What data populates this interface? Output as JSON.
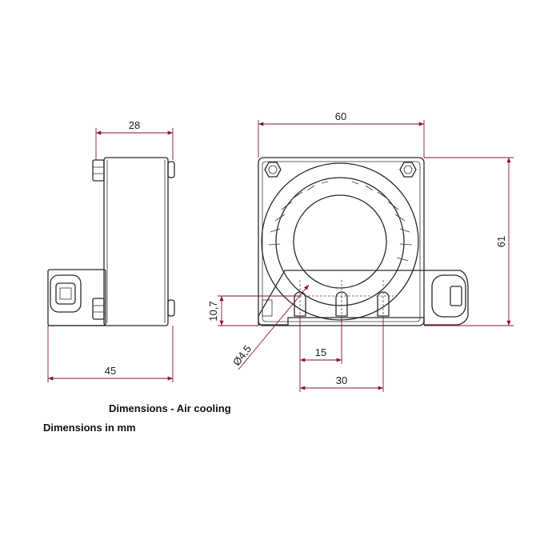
{
  "dimensions": {
    "side_width": "28",
    "side_depth": "45",
    "front_width": "60",
    "front_height": "61",
    "hole_height": "10,7",
    "hole_diameter": "Ø4,5",
    "hole_pitch": "15",
    "hole_span": "30"
  },
  "captions": {
    "title": "Dimensions - Air cooling",
    "units": "Dimensions in mm"
  },
  "colors": {
    "dimension_line": "#8a1530",
    "outline": "#2b2b2b"
  }
}
